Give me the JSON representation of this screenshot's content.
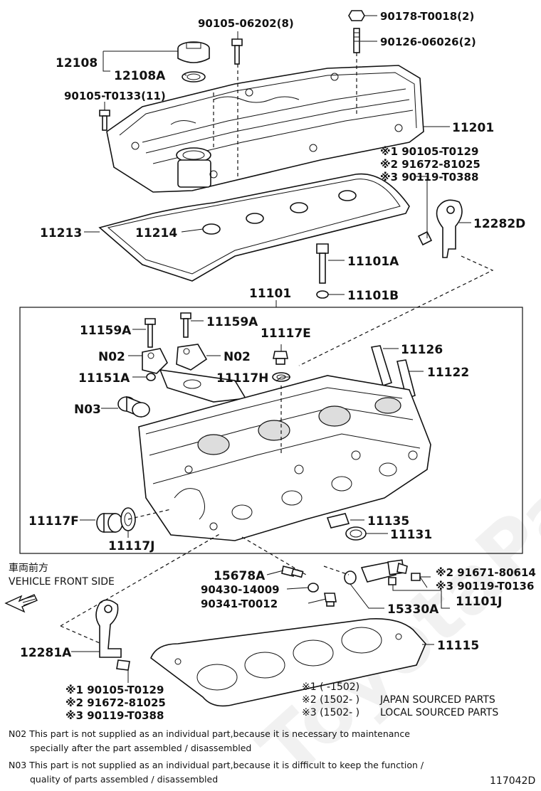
{
  "diagram_id": "117042D",
  "watermark": "ToyotaParts.ru",
  "direction": {
    "jp": "車両前方",
    "en": "VEHICLE FRONT SIDE"
  },
  "parts": {
    "p12108": "12108",
    "p12108a": "12108A",
    "p90105_06202": "90105-06202(8)",
    "p90178": "90178-T0018(2)",
    "p90126": "90126-06026(2)",
    "p90105_t0133": "90105-T0133(11)",
    "p11201": "11201",
    "top_v1": "※1 90105-T0129",
    "top_v2": "※2 91672-81025",
    "top_v3": "※3 90119-T0388",
    "p12282d": "12282D",
    "p11213": "11213",
    "p11214": "11214",
    "p11101a": "11101A",
    "p11101b": "11101B",
    "p11101": "11101",
    "p11159a_l": "11159A",
    "p11159a_r": "11159A",
    "p11117e": "11117E",
    "p11126": "11126",
    "n02_l": "N02",
    "n02_r": "N02",
    "p11151a": "11151A",
    "p11117h": "11117H",
    "p11122": "11122",
    "n03": "N03",
    "p11117f": "11117F",
    "p11117j": "11117J",
    "p11135": "11135",
    "p11131": "11131",
    "p15678a": "15678A",
    "p90430": "90430-14009",
    "p90341": "90341-T0012",
    "v2_91671": "※2 91671-80614",
    "v3_90119_t0136": "※3 90119-T0136",
    "p15330a": "15330A",
    "p11101j": "11101J",
    "p11115": "11115",
    "p12281a": "12281A",
    "bot_v1": "※1 90105-T0129",
    "bot_v2": "※2 91672-81025",
    "bot_v3": "※3 90119-T0388"
  },
  "legend": {
    "l1": "※1 (      -1502)",
    "l2_code": "※2 (1502-      )",
    "l2_text": "JAPAN SOURCED PARTS",
    "l3_code": "※3 (1502-      )",
    "l3_text": "LOCAL SOURCED PARTS"
  },
  "footnotes": {
    "n02_a": "N02 This part is not supplied as an individual part,because it is necessary to maintenance",
    "n02_b": "specially after the part assembled / disassembled",
    "n03_a": "N03 This part is not supplied as an individual part,because it is difficult to keep the function /",
    "n03_b": "quality of parts assembled / disassembled"
  }
}
